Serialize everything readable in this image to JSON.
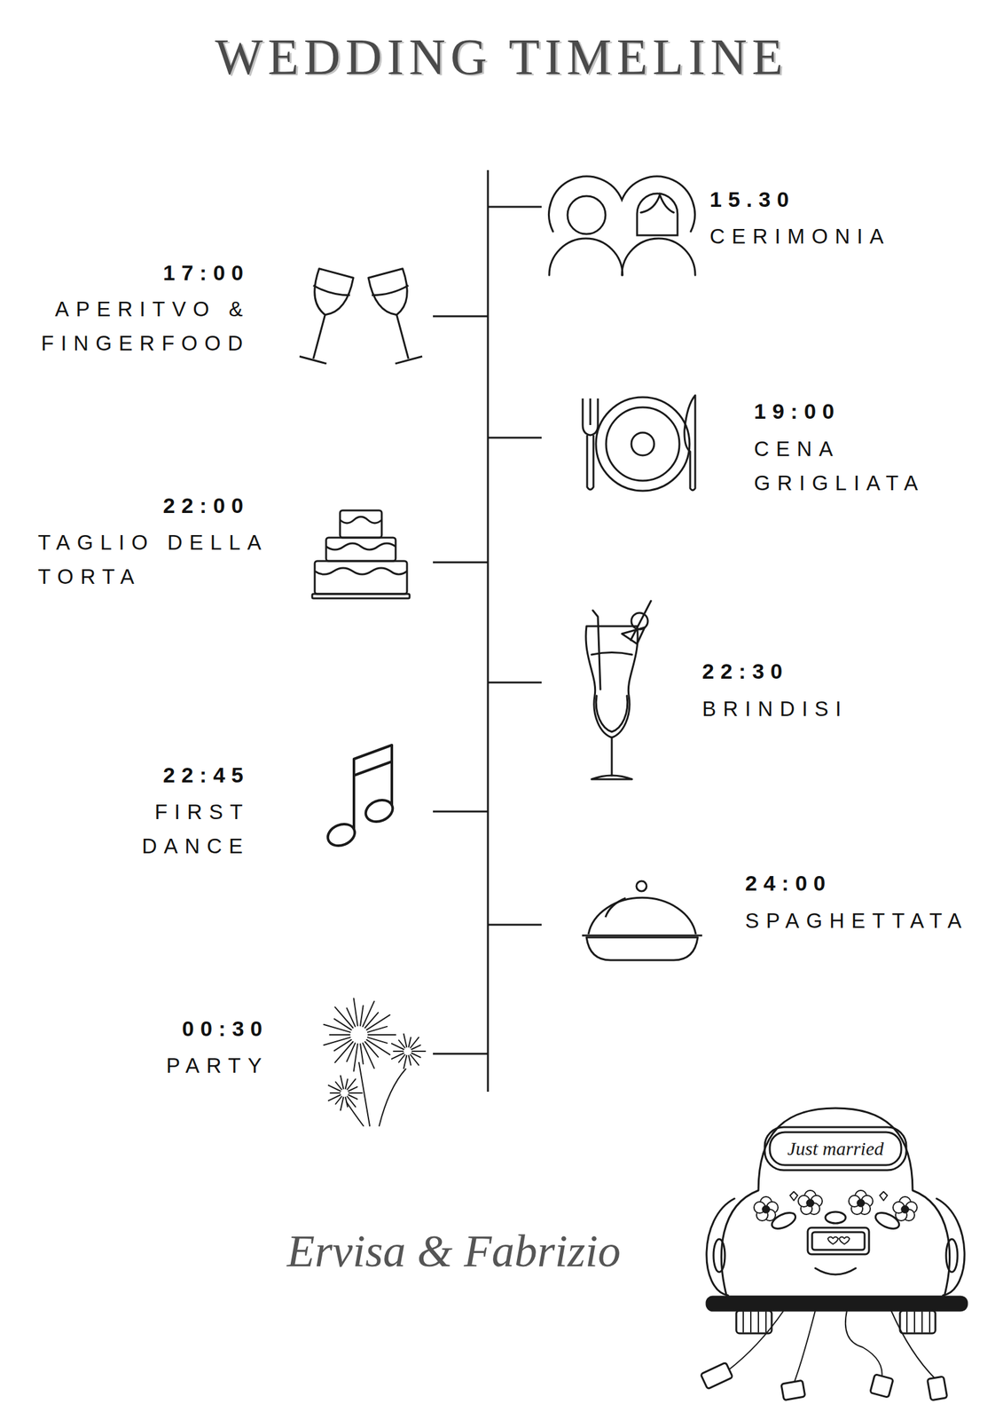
{
  "diagram": {
    "title": "WEDDING TIMELINE",
    "labels": [
      "15.30",
      "CERIMONIA",
      "17:00",
      "APERITVO & FINGERFOOD",
      "19:00",
      "CENA GRIGLIATA",
      "22:00",
      "TAGLIO DELLA TORTA",
      "22:30",
      "BRINDISI",
      "22:45",
      "FIRST DANCE",
      "24:00",
      "SPAGHETTATA",
      "00:30",
      "PARTY",
      "Ervisa & Fabrizio",
      "Just married"
    ]
  }
}
